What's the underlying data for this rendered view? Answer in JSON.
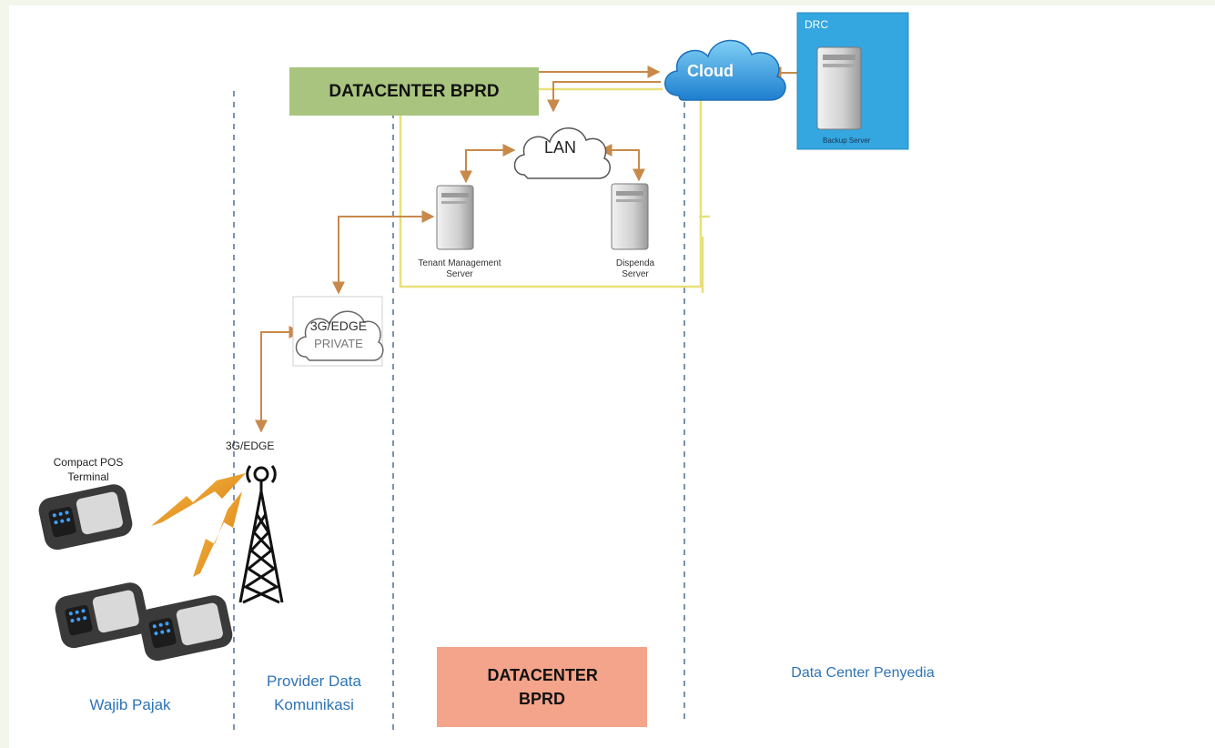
{
  "labels": {
    "datacenter_top": "DATACENTER BPRD",
    "datacenter_bottom": "DATACENTER BPRD",
    "cloud": "Cloud",
    "drc": "DRC",
    "backup_server": "Backup Server",
    "lan": "LAN",
    "tenant_server": "Tenant Management Server",
    "dispenda_server": "Dispenda Server",
    "private_net_line1": "3G/EDGE",
    "private_net_line2": "PRIVATE",
    "tower": "3G/EDGE",
    "pos_terminal": "Compact POS Terminal"
  },
  "columns": {
    "wajib_pajak": "Wajib Pajak",
    "provider": "Provider Data Komunikasi",
    "penyedia": "Data Center Penyedia"
  },
  "colors": {
    "connector": "#c8894a",
    "yellow_border": "#e8e07a",
    "dashed_divider": "#4f6f9a",
    "column_text": "#2e74b5",
    "green_box": "#a9c47f",
    "salmon_box": "#f4a48a",
    "drc_box": "#34a6e0",
    "lightning": "#f0a020"
  },
  "icons": [
    "cloud-icon",
    "server-icon",
    "radio-tower-icon",
    "pos-terminal-icon",
    "lightning-icon"
  ]
}
